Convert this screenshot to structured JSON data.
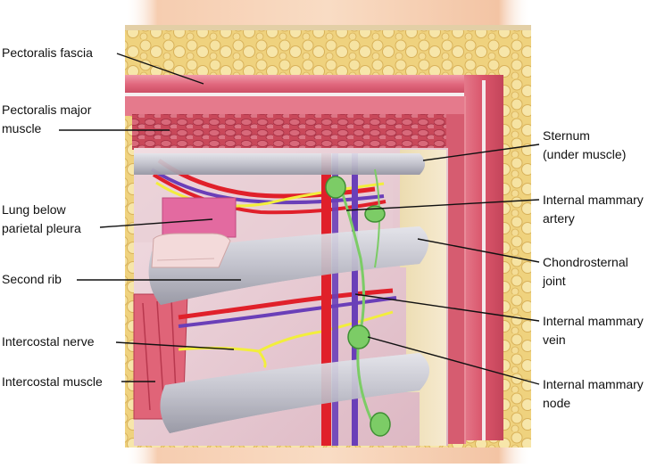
{
  "labels": {
    "pectoralis_fascia": [
      "Pectoralis fascia"
    ],
    "pectoralis_major": [
      "Pectoralis major",
      "muscle"
    ],
    "lung": [
      "Lung below",
      "parietal pleura"
    ],
    "second_rib": [
      "Second rib"
    ],
    "intercostal_nerve": [
      "Intercostal nerve"
    ],
    "intercostal_muscle": [
      "Intercostal muscle"
    ],
    "sternum": [
      "Sternum",
      "(under muscle)"
    ],
    "internal_mammary_artery": [
      "Internal mammary",
      "artery"
    ],
    "chondrosternal_joint": [
      "Chondrosternal",
      "joint"
    ],
    "internal_mammary_vein": [
      "Internal mammary",
      "vein"
    ],
    "internal_mammary_node": [
      "Internal mammary",
      "node"
    ]
  },
  "colors": {
    "skin": "#f4c8a8",
    "fat": "#f0d98a",
    "fascia": "#e87a8e",
    "muscle": "#d9546a",
    "rib": "#bcbcc6",
    "artery": "#e0202a",
    "vein": "#6a3fb8",
    "nerve": "#f2ee3c",
    "node": "#7ccc66",
    "cavity": "#e9cfd6"
  }
}
